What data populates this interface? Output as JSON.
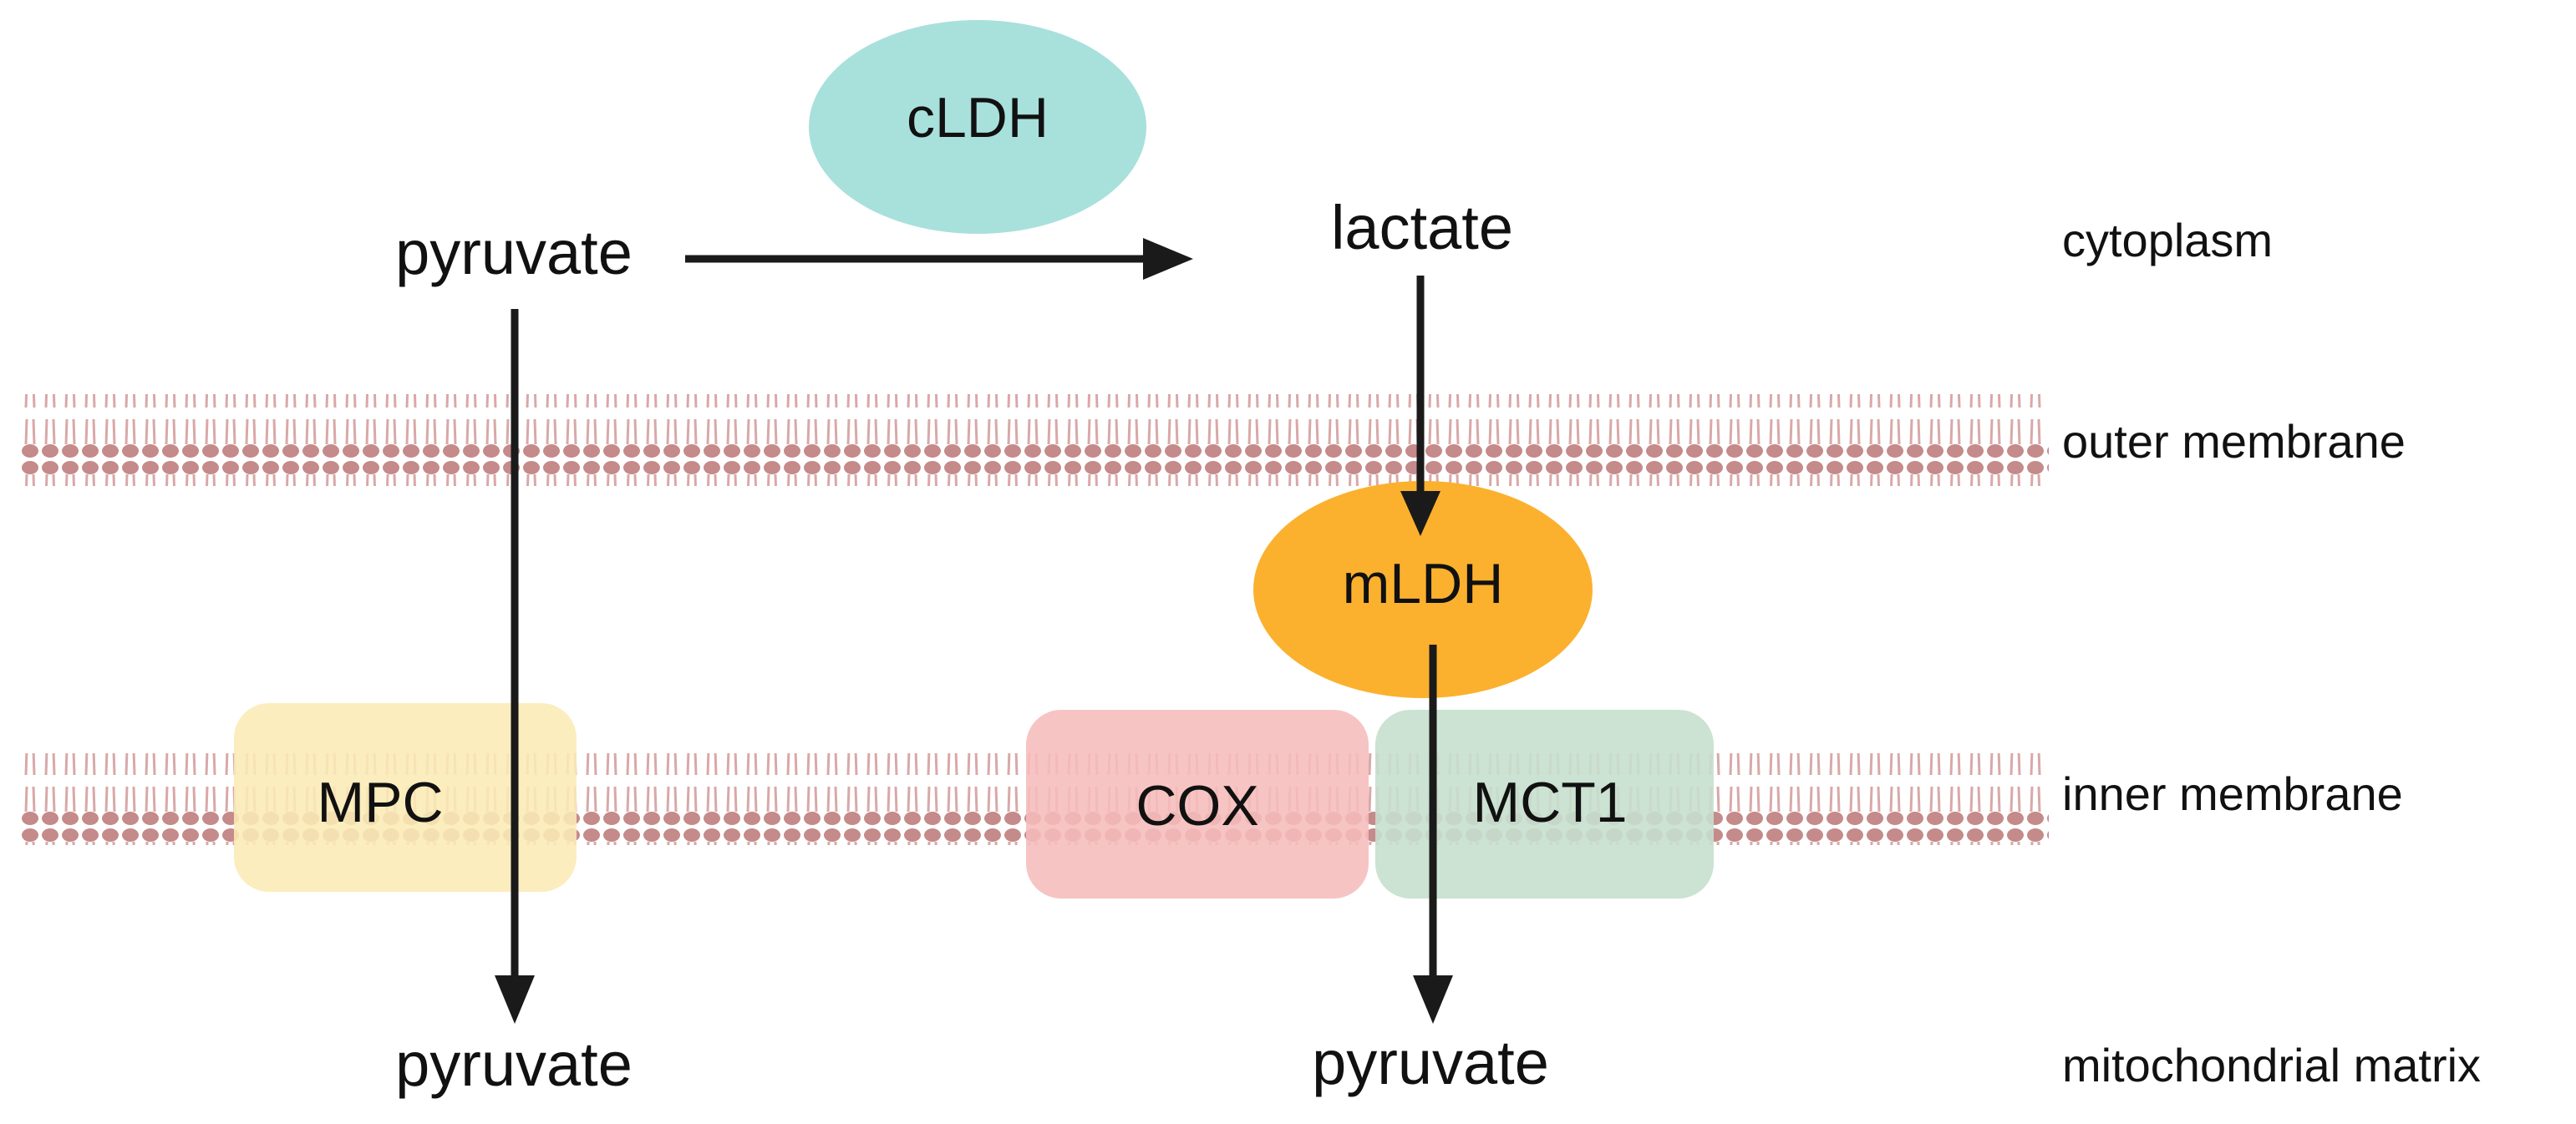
{
  "molecules": {
    "pyruvate_cytoplasm": "pyruvate",
    "lactate": "lactate",
    "pyruvate_matrix_left": "pyruvate",
    "pyruvate_matrix_right": "pyruvate"
  },
  "enzymes": {
    "cLDH": "cLDH",
    "mLDH": "mLDH",
    "MPC": "MPC",
    "COX": "COX",
    "MCT1": "MCT1"
  },
  "compartments": {
    "cytoplasm": "cytoplasm",
    "outer_membrane": "outer membrane",
    "inner_membrane": "inner membrane",
    "matrix": "mitochondrial matrix"
  },
  "colors": {
    "cLDH": "#a8e0dc",
    "mLDH": "#fbb12e",
    "MPC": "#fbeab5",
    "COX": "#f6bcbc",
    "MCT1": "#c6dfcd",
    "membrane": "#c58a8a",
    "arrow": "#1a1a1a"
  }
}
